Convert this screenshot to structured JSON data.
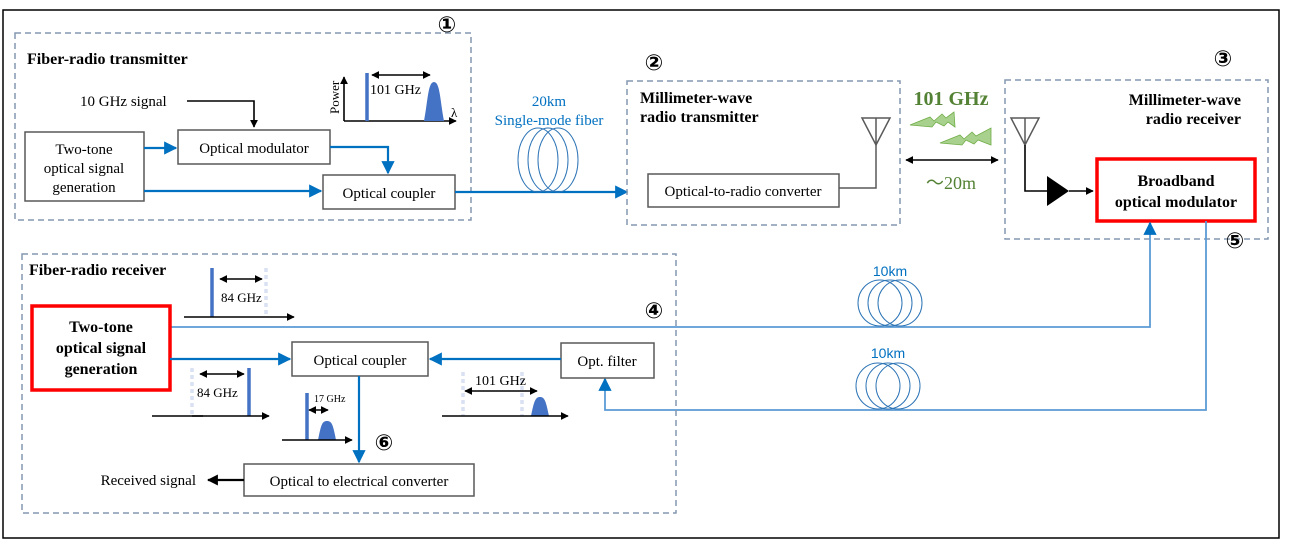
{
  "markers": {
    "m1": "①",
    "m2": "②",
    "m3": "③",
    "m4": "④",
    "m5": "⑤",
    "m6": "⑥"
  },
  "transmitter": {
    "title": "Fiber-radio transmitter",
    "input_signal": "10 GHz signal",
    "two_tone": [
      "Two-tone",
      "optical signal",
      "generation"
    ],
    "modulator": "Optical modulator",
    "coupler": "Optical coupler",
    "spectrum": {
      "y_label": "Power",
      "x_label": "λ",
      "spacing": "101 GHz"
    }
  },
  "fiber_link_1": {
    "length": "20km",
    "type": "Single-mode fiber"
  },
  "mmw_transmitter": {
    "title": [
      "Millimeter-wave",
      "radio transmitter"
    ],
    "converter": "Optical-to-radio converter"
  },
  "wireless": {
    "frequency": "101 GHz",
    "distance": "～20m"
  },
  "mmw_receiver": {
    "title": [
      "Millimeter-wave",
      "radio receiver"
    ],
    "modulator": [
      "Broadband",
      "optical modulator"
    ]
  },
  "fiber_link_2": {
    "length": "10km"
  },
  "fiber_link_3": {
    "length": "10km"
  },
  "receiver": {
    "title": "Fiber-radio receiver",
    "two_tone": [
      "Two-tone",
      "optical signal",
      "generation"
    ],
    "coupler": "Optical coupler",
    "filter": "Opt. filter",
    "converter": "Optical to electrical converter",
    "output": "Received signal",
    "spectra": {
      "upper": "84 GHz",
      "lower": "84 GHz",
      "filtered": "101 GHz",
      "combined": "17 GHz"
    }
  },
  "colors": {
    "optical_path": "#0070c0",
    "fiber_path": "#5b9bd5",
    "highlight": "#ff0000",
    "wireless_label": "#548235",
    "section_border": "#8497b0"
  }
}
